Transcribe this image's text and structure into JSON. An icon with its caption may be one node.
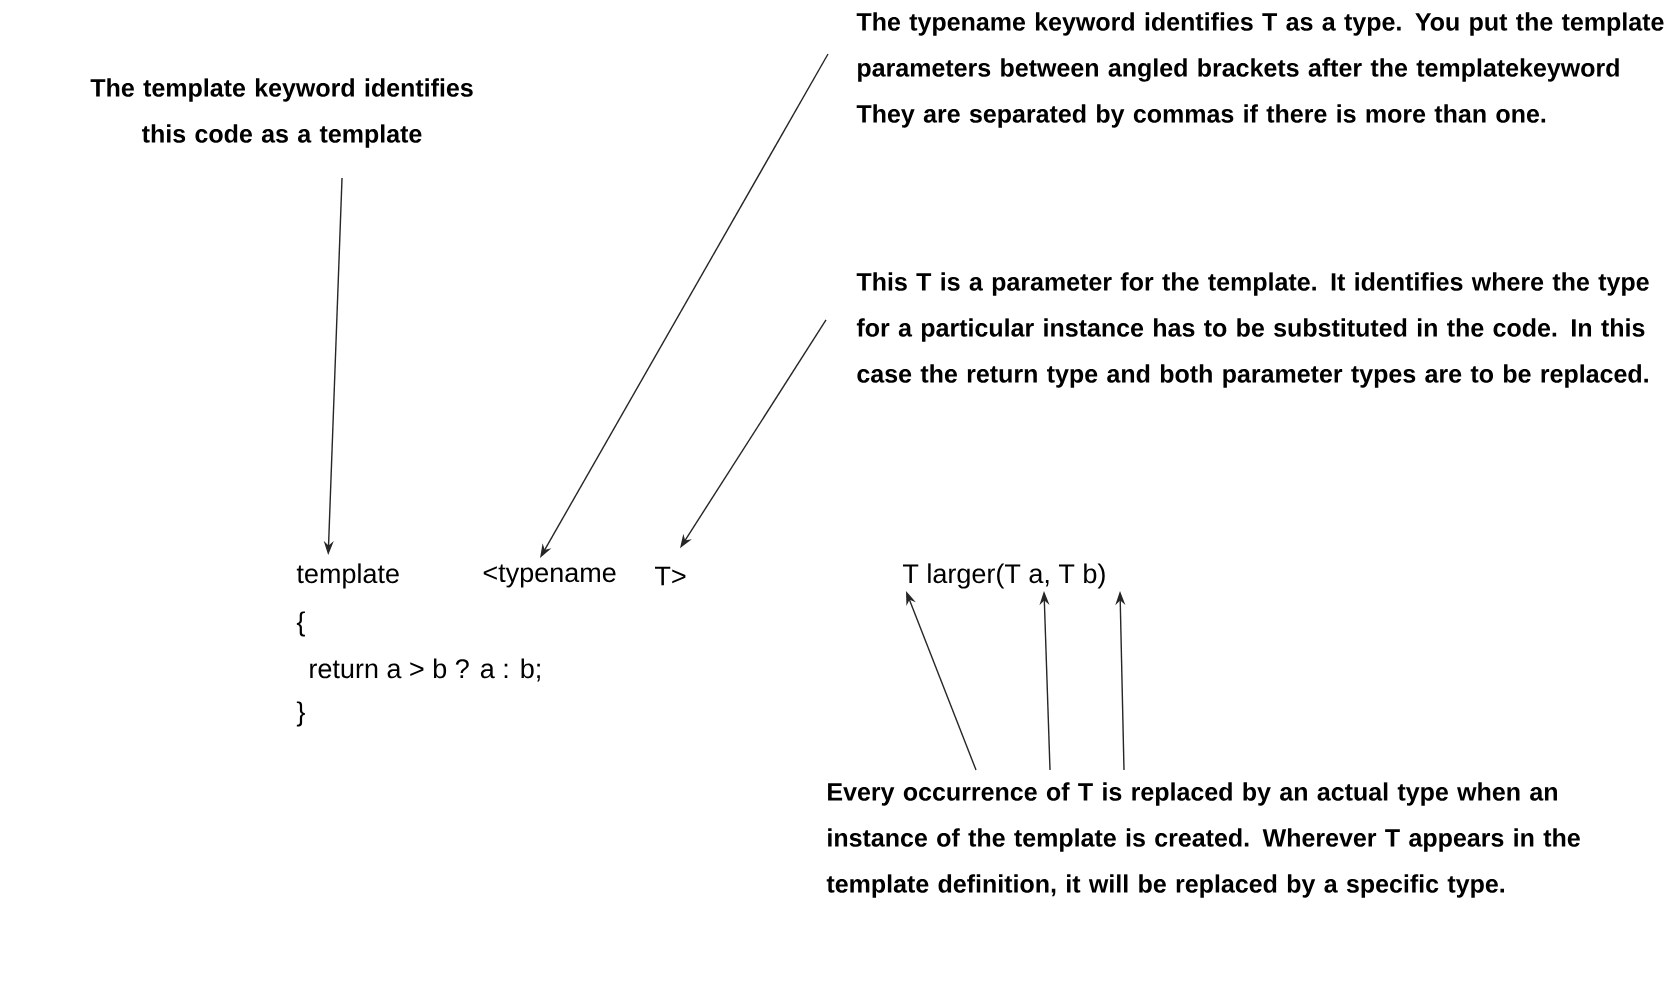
{
  "diagram": {
    "nodes": [
      {
        "text": [
          "The template keyword identifies this code as a template"
        ]
      },
      {
        "text": [
          "The typename keyword identifies T as a type. You put the template parameters between angled brackets after the templatekeyword They are separated by commas if there is more than one."
        ]
      },
      {
        "text": [
          "This T is a parameter for the template. It identifies where the type for a particular instance has to be substituted in the code. In this case the return type and both parameter types are to be replaced."
        ]
      },
      {
        "text": [
          "Every occurrence of T is replaced by an actual type when an instance of the template is created. Wherever T appears in the template definition, it will be replaced by a specific type."
        ]
      },
      {
        "text": [
          "template"
        ]
      },
      {
        "text": [
          "<typename"
        ]
      },
      {
        "text": [
          "T>"
        ]
      },
      {
        "text": [
          "T larger(T  a, T  b)"
        ]
      }
    ],
    "edges": [
      {
        "from": 0,
        "to": 4,
        "arrow": "to"
      },
      {
        "from": 1,
        "to": 5,
        "arrow": "to"
      },
      {
        "from": 2,
        "to": 6,
        "arrow": "to"
      },
      {
        "from": 3,
        "to": 7,
        "arrow": "to"
      },
      {
        "from": 3,
        "to": 7,
        "arrow": "to"
      },
      {
        "from": 3,
        "to": 7,
        "arrow": "to"
      }
    ],
    "labels": [
      "{",
      "return a > b ? a : b;",
      "}"
    ]
  }
}
